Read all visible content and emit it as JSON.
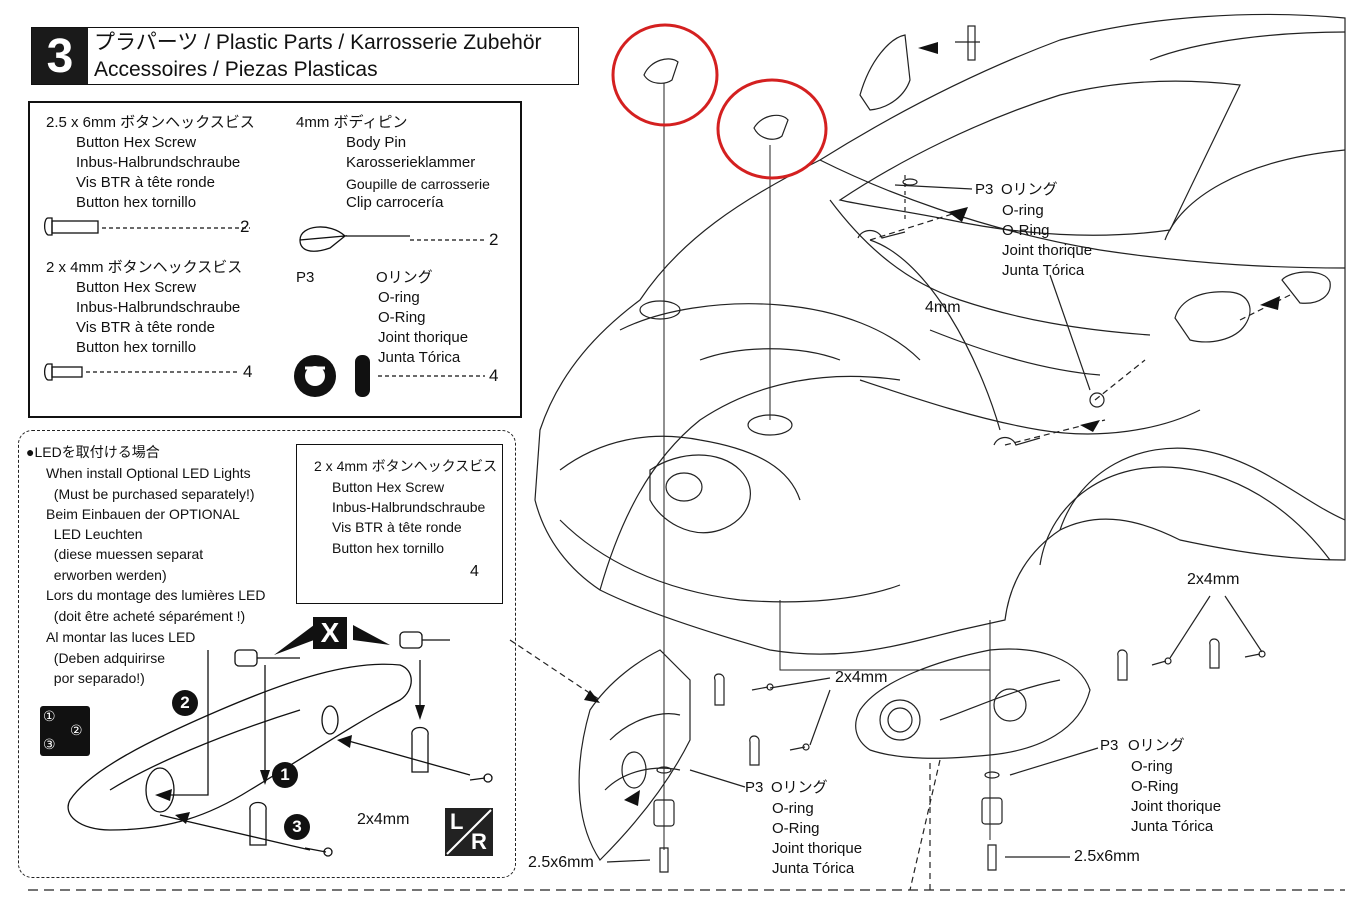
{
  "header": {
    "step_number": "3",
    "title_line1": "プラパーツ / Plastic Parts / Karrosserie Zubehör",
    "title_line2": "Accessoires / Piezas Plasticas"
  },
  "parts_list": {
    "screw_25x6": {
      "name": "2.5 x 6mm ボタンヘックスビス",
      "translations": [
        "Button Hex Screw",
        "Inbus-Halbrundschraube",
        "Vis BTR à tête ronde",
        "Button hex tornillo"
      ],
      "quantity": "2"
    },
    "screw_2x4": {
      "name": "2 x 4mm ボタンヘックスビス",
      "translations": [
        "Button Hex Screw",
        "Inbus-Halbrundschraube",
        "Vis BTR à tête ronde",
        "Button hex tornillo"
      ],
      "quantity": "4"
    },
    "body_pin": {
      "name": "4mm  ボディピン",
      "translations": [
        "Body Pin",
        "Karosserieklammer",
        "Goupille de carrosserie",
        "Clip carrocería"
      ],
      "quantity": "2"
    },
    "o_ring": {
      "code": "P3",
      "name": "Oリング",
      "translations": [
        "O-ring",
        "O-Ring",
        "Joint thorique",
        "Junta Tórica"
      ],
      "quantity": "4"
    }
  },
  "led_panel": {
    "lines": [
      "●LEDを取付ける場合",
      "When install Optional LED Lights",
      "  (Must be purchased separately!)",
      "Beim Einbauen der OPTIONAL",
      "  LED Leuchten",
      "  (diese muessen separat",
      "  erworben werden)",
      "Lors du montage des lumières LED",
      "  (doit être acheté séparément !)",
      "Al montar las luces LED",
      "  (Deben adquirirse",
      "  por separado!)"
    ],
    "parts_box": {
      "name": "2 x 4mm ボタンヘックスビス",
      "translations": [
        "Button Hex Screw",
        "Inbus-Halbrundschraube",
        "Vis BTR à tête ronde",
        "Button hex tornillo"
      ],
      "quantity": "4"
    },
    "x_mark": "X",
    "step_1": "1",
    "step_2": "2",
    "step_3": "3",
    "order_1": "①",
    "order_2": "②",
    "order_3": "③",
    "screw_label": "2x4mm",
    "lr_left": "L",
    "lr_right": "R"
  },
  "callouts": {
    "oring_top": {
      "code": "P3",
      "name": "Oリング",
      "translations": [
        "O-ring",
        "O-Ring",
        "Joint thorique",
        "Junta Tórica"
      ]
    },
    "pin_4mm": "4mm",
    "screw_2x4_right_top": "2x4mm",
    "screw_2x4_mid": "2x4mm",
    "oring_left": {
      "code": "P3",
      "name": "Oリング",
      "translations": [
        "O-ring",
        "O-Ring",
        "Joint thorique",
        "Junta Tórica"
      ]
    },
    "oring_right": {
      "code": "P3",
      "name": "Oリング",
      "translations": [
        "O-ring",
        "O-Ring",
        "Joint thorique",
        "Junta Tórica"
      ]
    },
    "screw_25x6_left": "2.5x6mm",
    "screw_25x6_right": "2.5x6mm"
  },
  "colors": {
    "ink": "#111111",
    "highlight_circle": "#d42020",
    "badge": "#1a1a1a"
  }
}
